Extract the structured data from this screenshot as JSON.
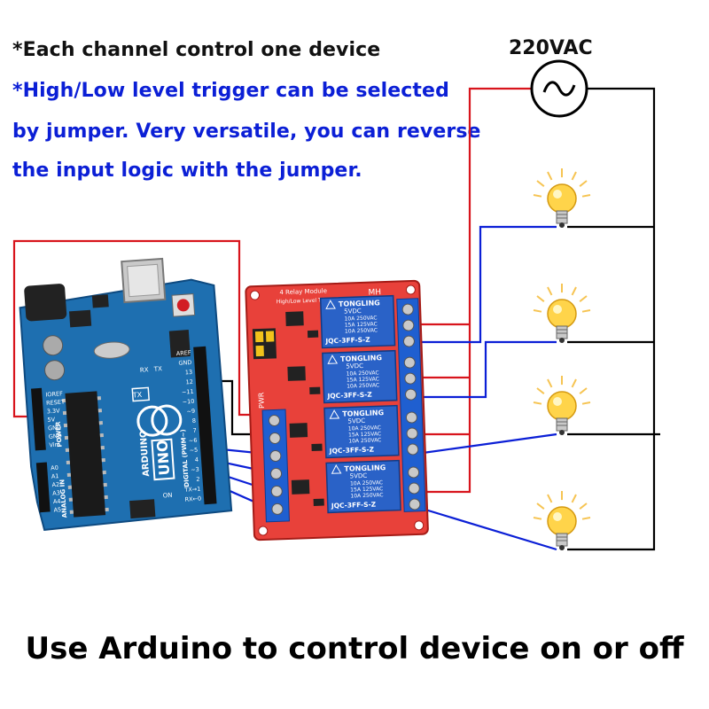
{
  "notes": {
    "line1": "*Each channel control one device",
    "line2": "*High/Low level trigger can be selected",
    "line3": "by jumper. Very versatile, you can reverse",
    "line4": "the input logic with the jumper."
  },
  "power_source": {
    "label": "220VAC",
    "symbol": "~"
  },
  "caption": "Use Arduino to control device on or off",
  "arduino": {
    "brand": "ARDUINO",
    "model": "UNO",
    "digital_label": "DIGITAL (PWM~)",
    "power_label": "POWER",
    "analog_label": "ANALOG IN",
    "on_label": "ON",
    "left_pins": [
      "IOREF",
      "RESET",
      "3.3V",
      "5V",
      "GND",
      "GND",
      "Vin"
    ],
    "analog_pins": [
      "A0",
      "A1",
      "A2",
      "A3",
      "A4",
      "A5"
    ],
    "right_pins": [
      "AREF",
      "GND",
      "13",
      "12",
      "~11",
      "~10",
      "~9",
      "8",
      "7",
      "~6",
      "~5",
      "4",
      "~3",
      "2",
      "TX→1",
      "RX←0"
    ],
    "tx_label": "TX",
    "rx_label": "RX"
  },
  "relay_module": {
    "title": "4 Relay Module",
    "subtitle": "High/Low Level Trigger",
    "brand_mark": "MH",
    "pwr_label": "PWR",
    "relays": [
      {
        "brand": "TONGLING",
        "voltage": "5VDC",
        "rating1": "10A 250VAC",
        "rating2": "15A 125VAC",
        "rating3": "10A 250VAC",
        "model": "JQC-3FF-S-Z"
      },
      {
        "brand": "TONGLING",
        "voltage": "5VDC",
        "rating1": "10A 250VAC",
        "rating2": "15A 125VAC",
        "rating3": "10A 250VAC",
        "model": "JQC-3FF-S-Z"
      },
      {
        "brand": "TONGLING",
        "voltage": "5VDC",
        "rating1": "10A 250VAC",
        "rating2": "15A 125VAC",
        "rating3": "10A 250VAC",
        "model": "JQC-3FF-S-Z"
      },
      {
        "brand": "TONGLING",
        "voltage": "5VDC",
        "rating1": "10A 250VAC",
        "rating2": "15A 125VAC",
        "rating3": "10A 250VAC",
        "model": "JQC-3FF-S-Z"
      }
    ]
  },
  "lamps": [
    "bulb-1",
    "bulb-2",
    "bulb-3",
    "bulb-4"
  ],
  "colors": {
    "red_wire": "#d8141c",
    "blue_wire": "#0b1fd6",
    "black_wire": "#000000",
    "arduino_board": "#1e6fb0",
    "relay_board": "#e8413a",
    "relay_body": "#2a62c7",
    "terminal": "#1f5fd0"
  }
}
